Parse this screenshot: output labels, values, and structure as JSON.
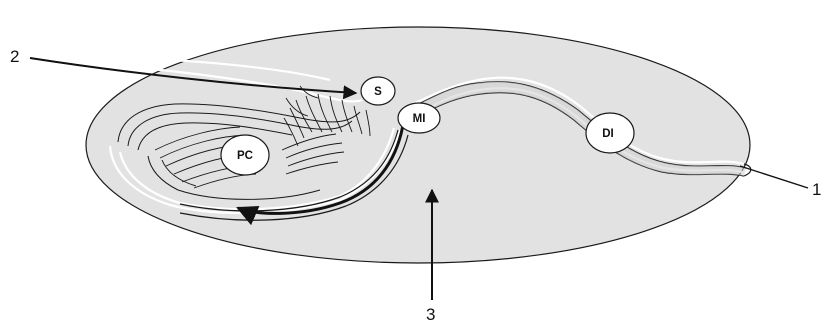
{
  "diagram": {
    "callouts": [
      "1",
      "2",
      "3"
    ],
    "circle_labels": [
      "S",
      "MI",
      "DI",
      "PC"
    ]
  },
  "colors": {
    "background_fill": "#e2e2e2",
    "outline": "#1a1a1a",
    "highlight": "#ffffff",
    "arrow": "#111111"
  }
}
